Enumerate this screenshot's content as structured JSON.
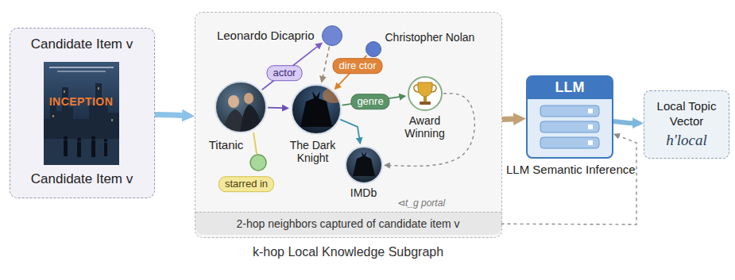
{
  "diagram": {
    "nodes": [
      {
        "text": [
          "Candidate Item v",
          "Candidate Item v"
        ]
      },
      {
        "text": [
          "INCEPTION"
        ],
        "in": 0
      },
      {
        "text": [
          "k-hop Local Knowledge Subgraph"
        ]
      },
      {
        "text": [
          "Leonardo Dicaprio"
        ],
        "in": 2
      },
      {
        "text": [
          "Christopher Nolan"
        ],
        "in": 2
      },
      {
        "text": [
          "Titanic"
        ],
        "in": 2
      },
      {
        "text": [
          "The Dark Knight"
        ],
        "in": 2
      },
      {
        "text": [
          "Award Winning"
        ],
        "in": 2
      },
      {
        "text": [
          "IMDb"
        ],
        "in": 2
      },
      {
        "text": [
          "2-hop neighbors captured of candidate item v"
        ],
        "in": 2
      },
      {
        "text": [
          "LLM",
          "LLM Semantic Inference"
        ]
      },
      {
        "text": [
          "Local Topic Vector",
          "h'local"
        ]
      }
    ],
    "edges": [
      {
        "from": 0,
        "to": 2,
        "arrow": "to"
      },
      {
        "from": 5,
        "to": 3,
        "label": "actor",
        "arrow": "to"
      },
      {
        "from": 3,
        "to": 6,
        "arrow": "to"
      },
      {
        "from": 4,
        "to": 6,
        "label": "dire ctor",
        "arrow": "to"
      },
      {
        "from": 5,
        "to": 6,
        "arrow": "to"
      },
      {
        "from": 6,
        "to": 7,
        "label": "genre",
        "arrow": "to"
      },
      {
        "from": 6,
        "to": 8,
        "arrow": "to"
      },
      {
        "from": 7,
        "to": 8,
        "arrow": "to"
      },
      {
        "from": 2,
        "to": 10,
        "arrow": "to"
      },
      {
        "from": 10,
        "to": 11,
        "arrow": "to"
      },
      {
        "from": 9,
        "to": 10,
        "arrow": "to"
      }
    ],
    "labels": [
      "starred in",
      "⊲t_g portal"
    ]
  }
}
